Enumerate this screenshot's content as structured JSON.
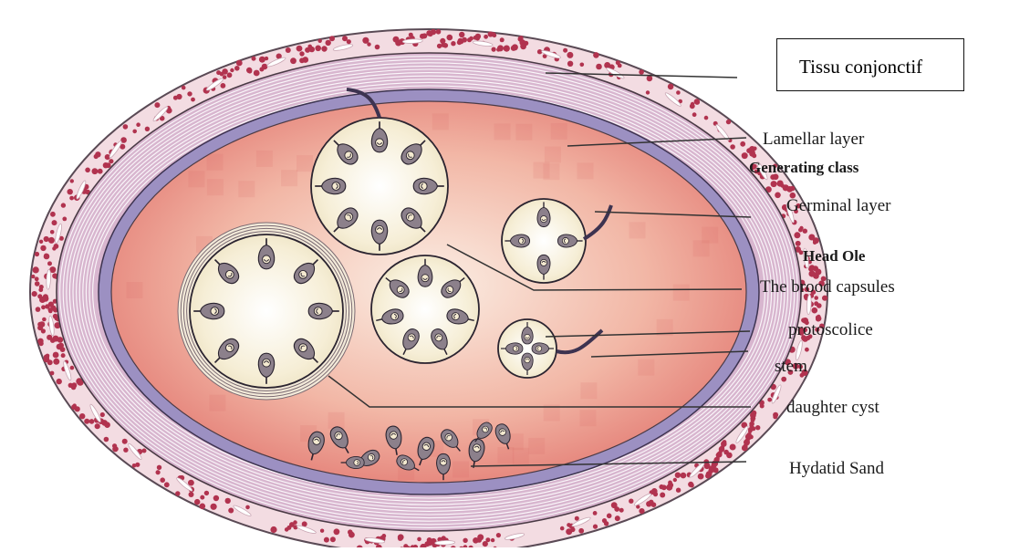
{
  "labels": {
    "tissu": "Tissu conjonctif",
    "lamellar": "Lamellar layer",
    "generating": "Generating class",
    "germinal": "Germinal layer",
    "head_ole": "Head Ole",
    "brood": "The brood capsules",
    "protoscolice": "protoscolice",
    "stem": "stem",
    "daughter": "daughter cyst",
    "sand": "Hydatid Sand"
  },
  "colors": {
    "connective_bg": "#f3dce2",
    "connective_dots": "#b1334f",
    "lamellar": "#d8b6cf",
    "germinal": "#9c90c2",
    "cavity": "#e2766f",
    "capsule_fill": "#f4ead0",
    "scolex": "#8c808b",
    "leader": "#333333"
  },
  "icons": [
    "protoscolex-icon"
  ]
}
